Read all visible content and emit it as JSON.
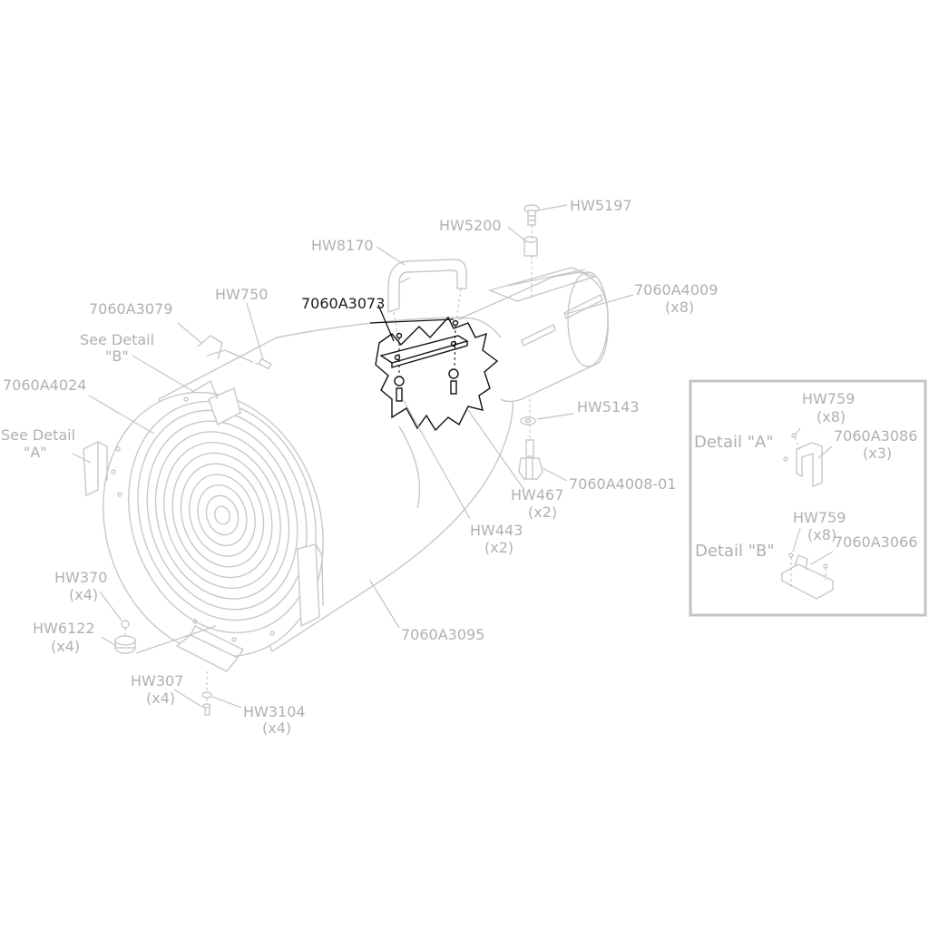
{
  "diagram": {
    "highlight_color": "#111111",
    "muted_color": "#b0b0b0",
    "callouts": {
      "hw5197": "HW5197",
      "hw5200": "HW5200",
      "hw8170": "HW8170",
      "a4009": "7060A4009",
      "a4009_qty": "(x8)",
      "a3073": "7060A3073",
      "a3079": "7060A3079",
      "hw750": "HW750",
      "detail_b_ref": "See Detail",
      "detail_b_ref_q": "\"B\"",
      "a4024": "7060A4024",
      "detail_a_ref": "See Detail",
      "detail_a_ref_q": "\"A\"",
      "hw5143": "HW5143",
      "a4008": "7060A4008-01",
      "hw467": "HW467",
      "hw467_qty": "(x2)",
      "hw443": "HW443",
      "hw443_qty": "(x2)",
      "hw370": "HW370",
      "hw370_qty": "(x4)",
      "hw6122": "HW6122",
      "hw6122_qty": "(x4)",
      "a3095": "7060A3095",
      "hw307": "HW307",
      "hw307_qty": "(x4)",
      "hw3104": "HW3104",
      "hw3104_qty": "(x4)"
    },
    "details": {
      "a_title": "Detail \"A\"",
      "a_hw759": "HW759",
      "a_hw759_qty": "(x8)",
      "a_part": "7060A3086",
      "a_part_qty": "(x3)",
      "b_title": "Detail \"B\"",
      "b_hw759": "HW759",
      "b_hw759_qty": "(x8)",
      "b_part": "7060A3066"
    }
  }
}
